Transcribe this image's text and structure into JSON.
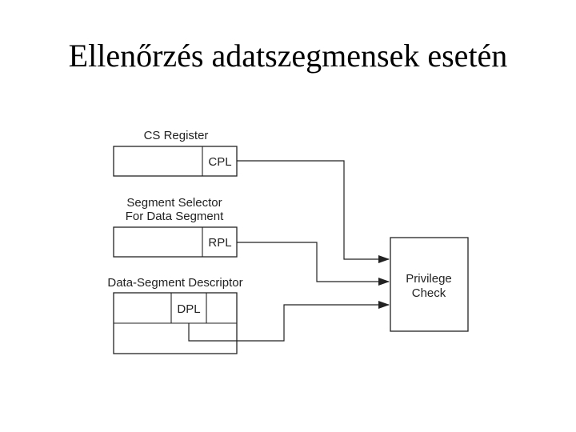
{
  "slide": {
    "title": "Ellenőrzés adatszegmensek esetén"
  },
  "diagram": {
    "cs_register": {
      "label": "CS Register",
      "field": "CPL"
    },
    "segment_selector": {
      "label_line1": "Segment Selector",
      "label_line2": "For Data Segment",
      "field": "RPL"
    },
    "data_segment_descriptor": {
      "label": "Data-Segment Descriptor",
      "field": "DPL"
    },
    "privilege_check": {
      "line1": "Privilege",
      "line2": "Check"
    }
  },
  "colors": {
    "ink": "#222222",
    "background": "#ffffff"
  }
}
